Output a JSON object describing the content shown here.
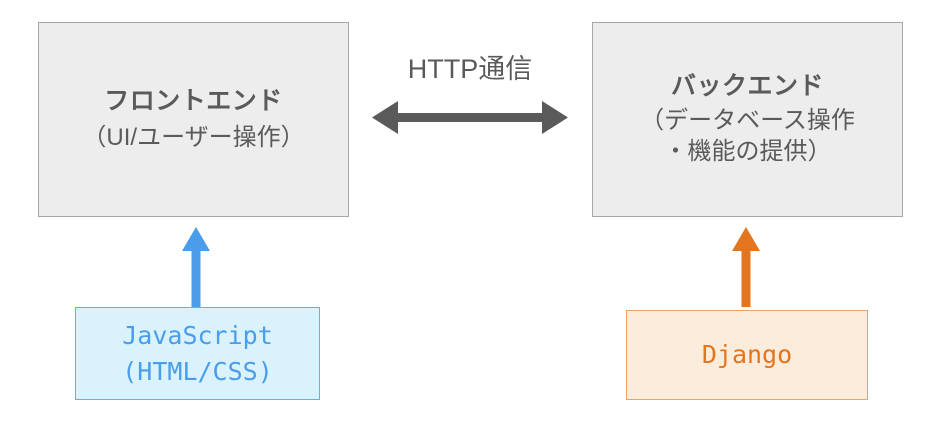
{
  "diagram": {
    "title": "Frontend / Backend architecture diagram",
    "colors": {
      "layer_fill": "#ededed",
      "layer_border": "#a6a6a6",
      "layer_text": "#5a5a5a",
      "arrow_gray": "#5a5a5a",
      "javascript_fill": "#d9f2fc",
      "javascript_border": "#62b0ef",
      "javascript_text": "#4a9dea",
      "django_fill": "#fcecdb",
      "django_border": "#e9a26a",
      "django_text": "#e2751d"
    }
  },
  "frontend": {
    "title": "フロントエンド",
    "subtitle": "（UI/ユーザー操作）"
  },
  "backend": {
    "title": "バックエンド",
    "subtitle_line1": "（データベース操作",
    "subtitle_line2": "・機能の提供）"
  },
  "connection": {
    "label": "HTTP通信",
    "arrow": "double-headed-horizontal-arrow"
  },
  "javascript": {
    "line1": "JavaScript",
    "line2": "(HTML/CSS)",
    "arrow": "up-arrow"
  },
  "django": {
    "line1": "Django",
    "arrow": "up-arrow"
  }
}
